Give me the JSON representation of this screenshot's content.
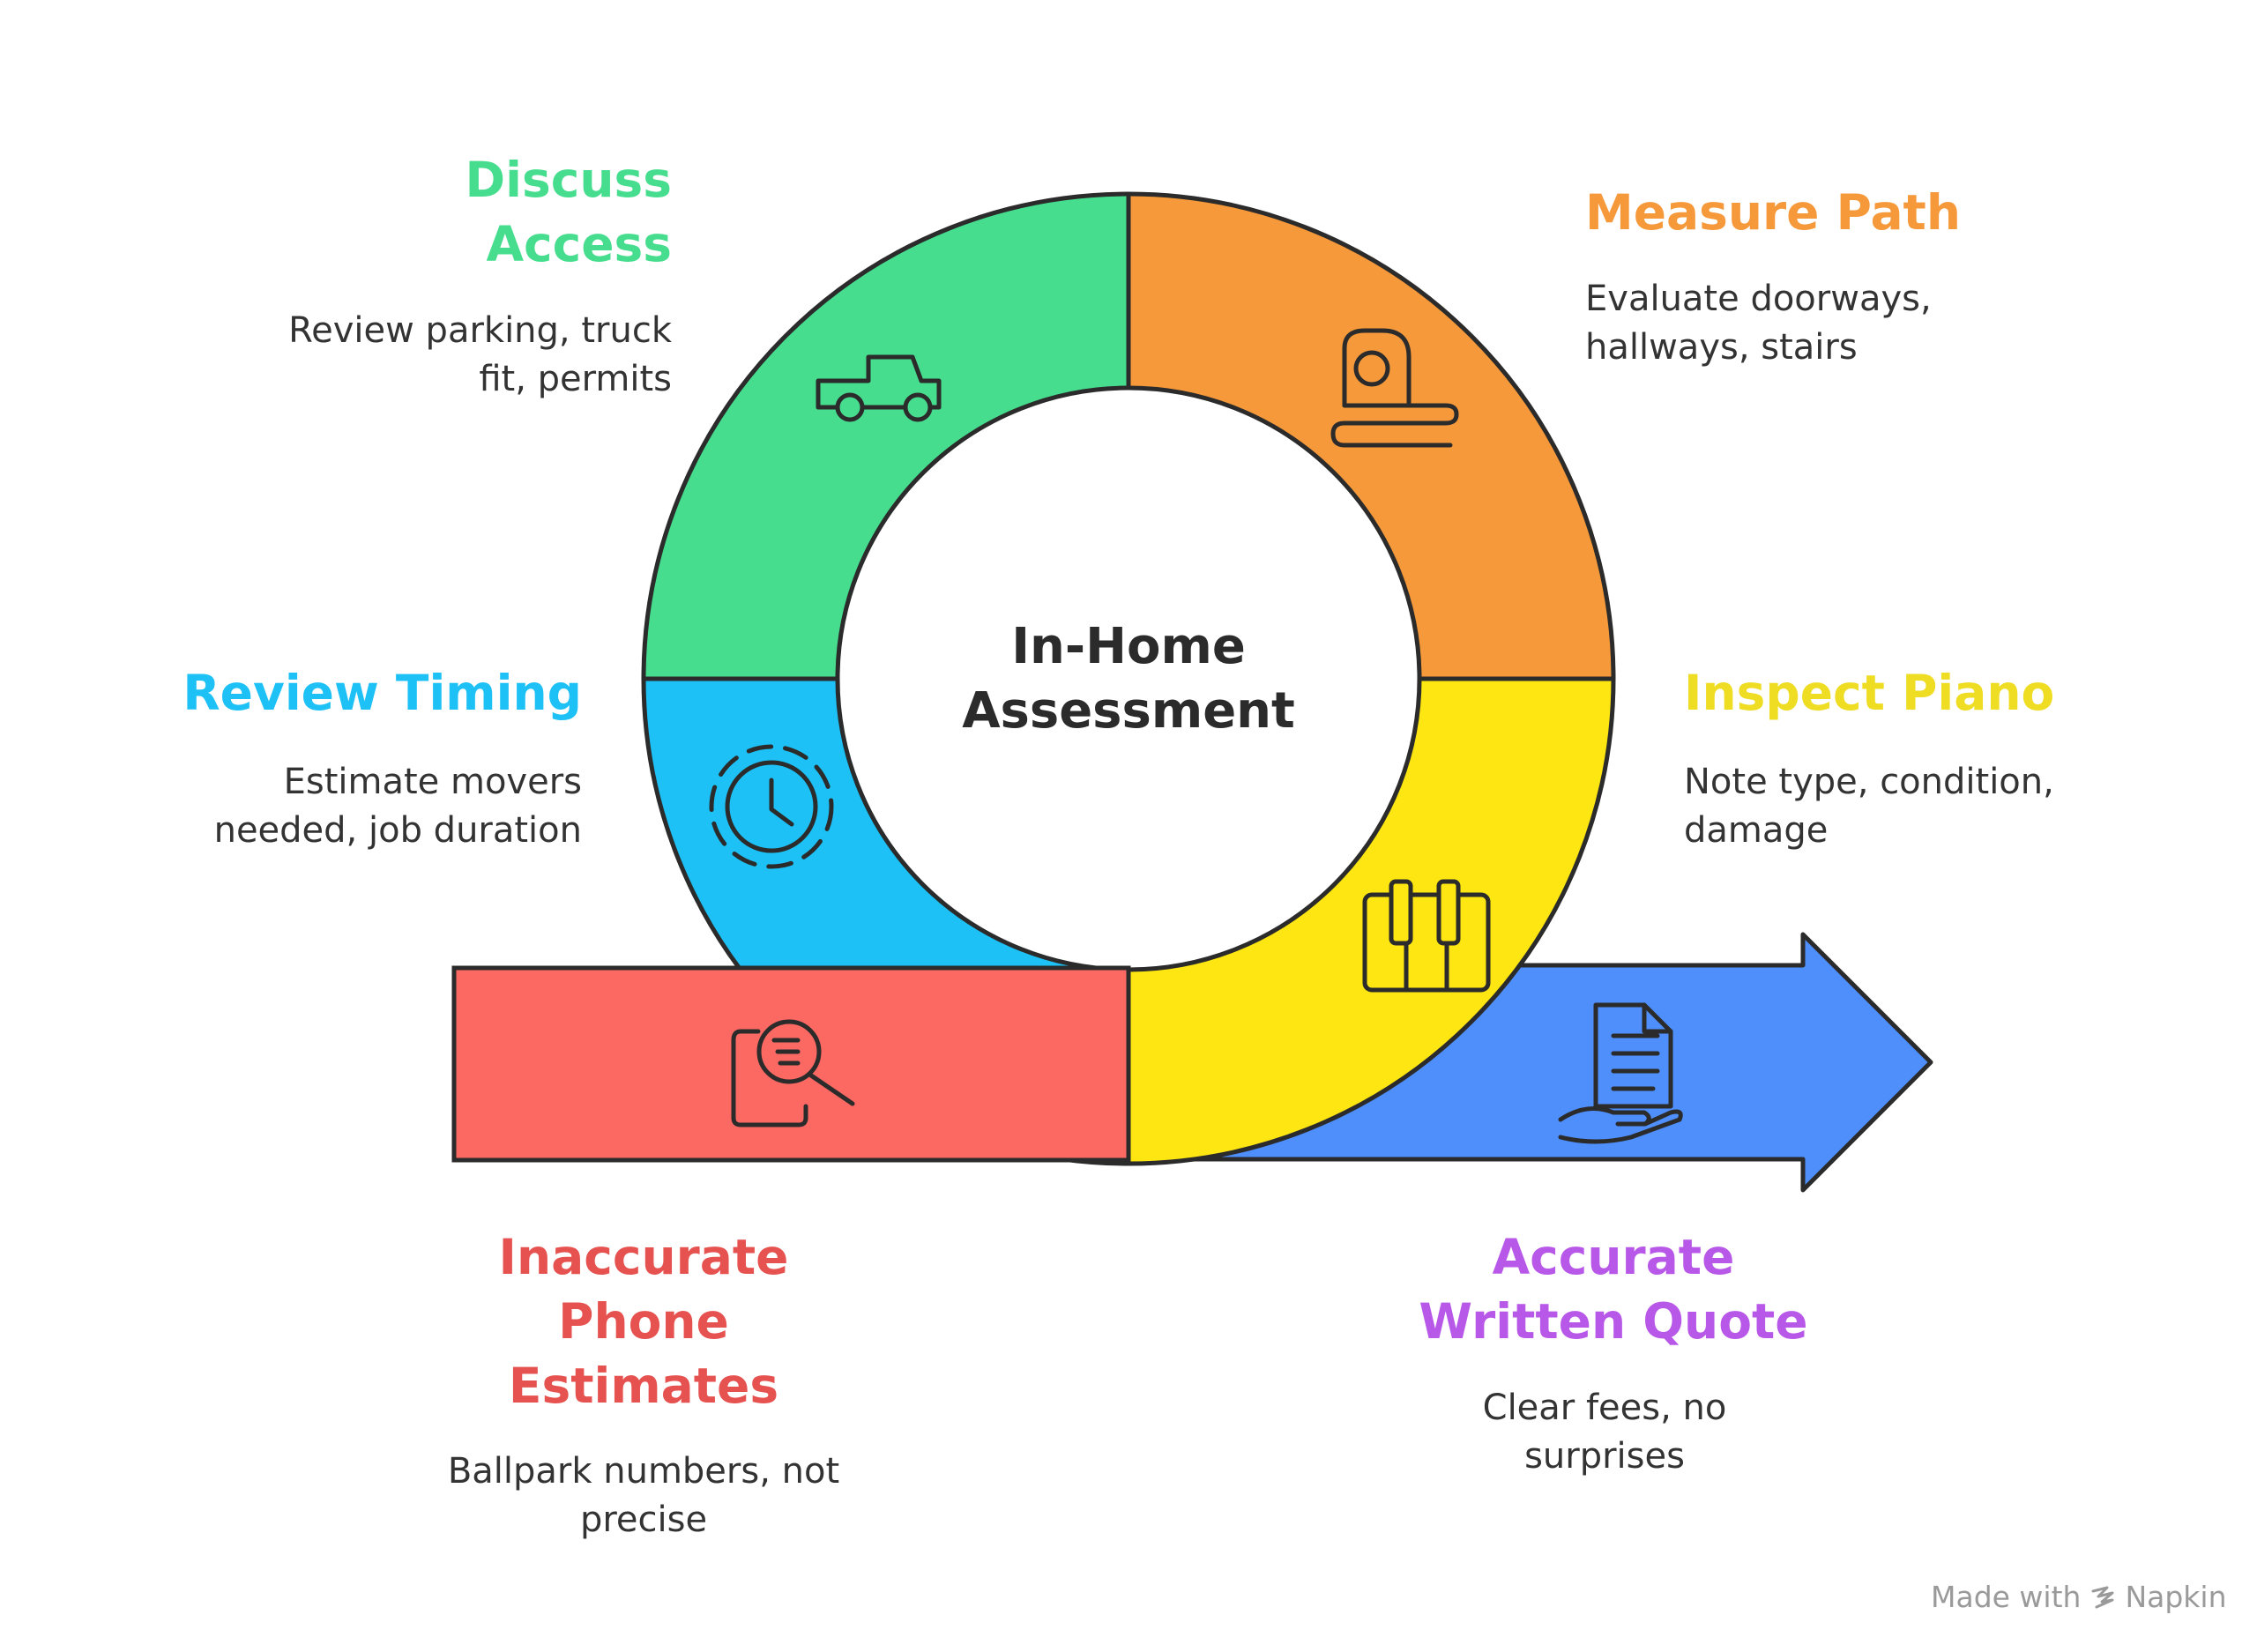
{
  "center": {
    "title": "In-Home Assessment"
  },
  "steps": [
    {
      "id": "discuss-access",
      "title": "Discuss Access",
      "description": "Review parking, truck fit, permits",
      "color": "#47DD8F",
      "icon": "truck-icon"
    },
    {
      "id": "measure-path",
      "title": "Measure Path",
      "description": "Evaluate doorways, hallways, stairs",
      "color": "#F6993A",
      "icon": "tape-measure-icon"
    },
    {
      "id": "review-timing",
      "title": "Review Timing",
      "description": "Estimate movers needed, job duration",
      "color": "#1DC1F6",
      "icon": "clock-icon"
    },
    {
      "id": "inspect-piano",
      "title": "Inspect Piano",
      "description": "Note type, condition, damage",
      "color": "#FDE612",
      "icon": "piano-keys-icon"
    }
  ],
  "start": {
    "title": "Inaccurate Phone Estimates",
    "description": "Ballpark numbers, not precise",
    "color": "#FC6862",
    "icon": "search-document-icon"
  },
  "end": {
    "title": "Accurate Written Quote",
    "description": "Clear fees, no surprises",
    "color": "#4E8FFC",
    "icon": "document-hand-icon"
  },
  "label_colors": {
    "discuss": "#47DD8F",
    "measure": "#F6993A",
    "timing": "#1DC1F6",
    "piano": "#EEDD22",
    "start": "#E65250",
    "end": "#B858E8"
  },
  "watermark": {
    "text": "Made with",
    "brand": "Napkin"
  }
}
